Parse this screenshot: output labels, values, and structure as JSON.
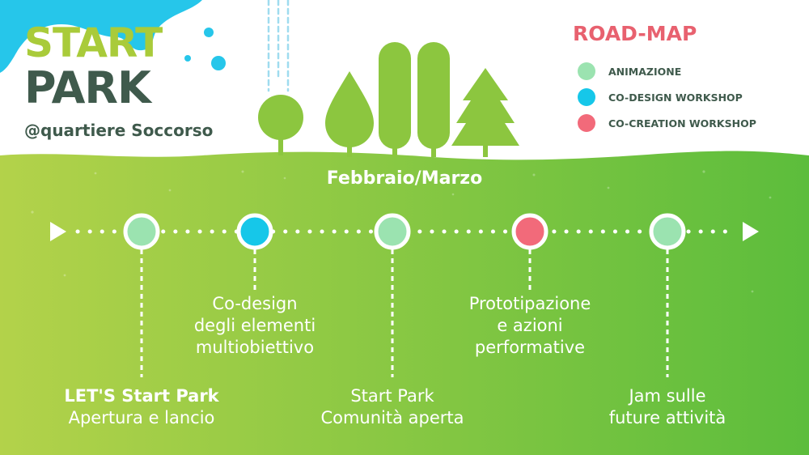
{
  "header": {
    "title_line1": "START",
    "title_line2": "PARK",
    "subtitle": "@quartiere Soccorso"
  },
  "legend": {
    "title": "ROAD-MAP",
    "items": [
      {
        "label": "ANIMAZIONE",
        "color": "#9be3b0"
      },
      {
        "label": "CO-DESIGN WORKSHOP",
        "color": "#16c7e9"
      },
      {
        "label": "CO-CREATION WORKSHOP",
        "color": "#f26a7a"
      }
    ]
  },
  "period": "Febbraio/Marzo",
  "timeline": {
    "milestones": [
      {
        "type": "ANIMAZIONE",
        "color": "#9be3b0",
        "position": "below",
        "lines": [
          "LET'S Start Park",
          "Apertura e lancio"
        ]
      },
      {
        "type": "CO-DESIGN WORKSHOP",
        "color": "#16c7e9",
        "position": "above",
        "lines": [
          "Co-design",
          "degli elementi",
          "multiobiettivo"
        ]
      },
      {
        "type": "ANIMAZIONE",
        "color": "#9be3b0",
        "position": "below",
        "lines": [
          "Start Park",
          "Comunità aperta"
        ]
      },
      {
        "type": "CO-CREATION WORKSHOP",
        "color": "#f26a7a",
        "position": "above",
        "lines": [
          "Prototipazione",
          "e azioni",
          "performative"
        ]
      },
      {
        "type": "ANIMAZIONE",
        "color": "#9be3b0",
        "position": "below",
        "lines": [
          "Jam sulle",
          "future attività"
        ]
      }
    ]
  },
  "colors": {
    "ground_left": "#b3d24a",
    "ground_right": "#5cbd3c",
    "tree": "#8cc63f",
    "splash": "#26c6ea",
    "title_green": "#a9cb3a",
    "title_dark": "#3f5a4c",
    "legend_title": "#e8616f"
  }
}
